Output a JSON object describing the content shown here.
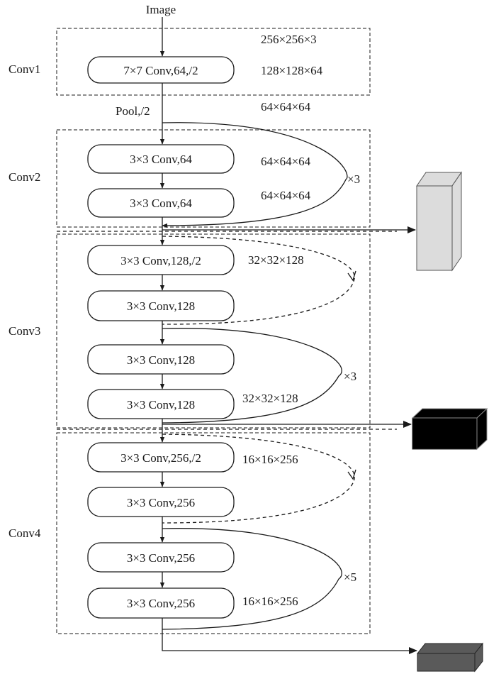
{
  "input_label": "Image",
  "pool_label": "Pool,/2",
  "stages": [
    {
      "name": "Conv1"
    },
    {
      "name": "Conv2"
    },
    {
      "name": "Conv3"
    },
    {
      "name": "Conv4"
    }
  ],
  "nodes": [
    "7×7 Conv,64,/2",
    "3×3 Conv,64",
    "3×3 Conv,64",
    "3×3 Conv,128,/2",
    "3×3 Conv,128",
    "3×3 Conv,128",
    "3×3 Conv,128",
    "3×3 Conv,256,/2",
    "3×3 Conv,256",
    "3×3 Conv,256",
    "3×3 Conv,256"
  ],
  "dims": [
    "256×256×3",
    "128×128×64",
    "64×64×64",
    "64×64×64",
    "64×64×64",
    "32×32×128",
    "32×32×128",
    "16×16×256",
    "16×16×256"
  ],
  "repeats": [
    "×3",
    "×3",
    "×5"
  ],
  "outputs": [
    {
      "fill": "#dcdcdc"
    },
    {
      "fill": "#000000"
    },
    {
      "fill": "#5a5a5a"
    }
  ]
}
